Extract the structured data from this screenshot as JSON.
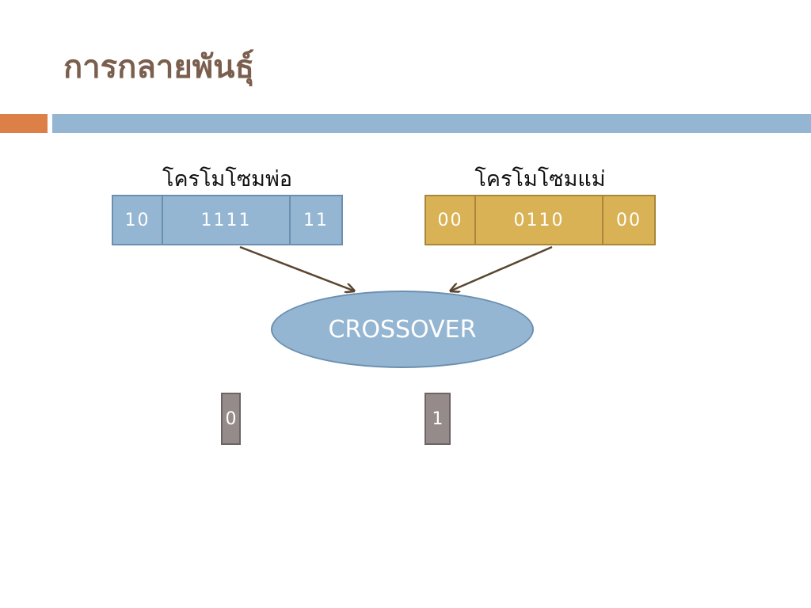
{
  "slide": {
    "title": "การกลายพันธุ์"
  },
  "diagram": {
    "father": {
      "label": "โครโมโซมพ่อ",
      "genes": [
        "10",
        "1111",
        "11"
      ]
    },
    "mother": {
      "label": "โครโมโซมแม่",
      "genes": [
        "00",
        "0110",
        "00"
      ]
    },
    "process": {
      "label": "CROSSOVER"
    },
    "offspring_bits": [
      "0",
      "1"
    ]
  },
  "colors": {
    "title": "#7a5f4e",
    "accent_bar": "#dd8047",
    "main_bar": "#94b6d2",
    "father_fill": "#94b6d2",
    "mother_fill": "#d9b256",
    "arrow": "#5a4630",
    "bit_fill": "#958b8b"
  }
}
